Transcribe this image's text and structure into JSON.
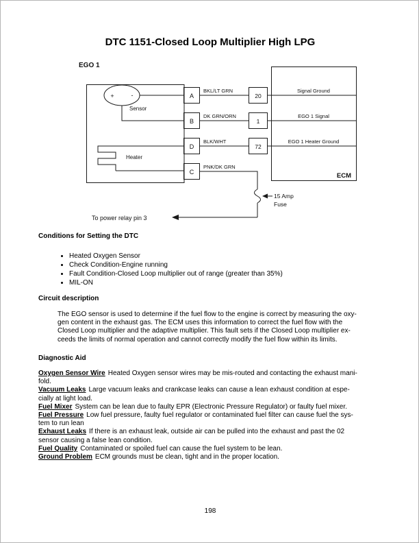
{
  "page": {
    "title": "DTC 1151-Closed Loop Multiplier High LPG",
    "page_number": "198"
  },
  "diagram": {
    "sensor_unit_label": "EGO 1",
    "sensor_label": "Sensor",
    "sensor_plus": "+",
    "sensor_minus": "-",
    "heater_label": "Heater",
    "connector_pins": [
      "A",
      "B",
      "D",
      "C"
    ],
    "wire_labels": [
      "BKL/LT GRN",
      "DK GRN/ORN",
      "BLK/WHT",
      "PNK/DK GRN"
    ],
    "ecm_pins": [
      "20",
      "1",
      "72"
    ],
    "ecm_signals": [
      "Signal Ground",
      "EGO 1 Signal",
      "EGO 1 Heater Ground"
    ],
    "ecm_label": "ECM",
    "fuse_label_line1": "15 Amp",
    "fuse_label_line2": "Fuse",
    "power_relay_label": "To power relay pin 3"
  },
  "conditions": {
    "heading": "Conditions for Setting the DTC",
    "items": [
      "Heated Oxygen Sensor",
      "Check Condition-Engine running",
      "Fault Condition-Closed Loop multiplier out of range (greater than 35%)",
      "MIL-ON"
    ]
  },
  "circuit_description": {
    "heading": "Circuit description",
    "body": "The EGO sensor is used to determine if the fuel flow to the engine is correct by measuring the oxy-\ngen content in the exhaust gas. The ECM uses this information to correct the fuel flow with the\nClosed Loop multiplier and the adaptive multiplier. This fault sets if the Closed Loop multiplier ex-\nceeds the limits of normal operation and cannot correctly modify the fuel flow within its limits."
  },
  "diagnostic_aid": {
    "heading": "Diagnostic Aid",
    "items": [
      {
        "term": "Oxygen Sensor Wire",
        "text": "Heated Oxygen sensor wires may be mis-routed and contacting the exhaust mani-\nfold."
      },
      {
        "term": "Vacuum Leaks",
        "text": "Large vacuum leaks and crankcase leaks can cause a lean exhaust condition at espe-\ncially at light load."
      },
      {
        "term": "Fuel Mixer",
        "text": "System can be lean due to faulty EPR (Electronic Pressure Regulator) or faulty fuel mixer."
      },
      {
        "term": "Fuel Pressure",
        "text": "Low fuel pressure, faulty fuel regulator or contaminated fuel filter can cause fuel the sys-\ntem to run lean"
      },
      {
        "term": "Exhaust Leaks",
        "text": "If there is an exhaust leak, outside air can be pulled into the exhaust and past the 02\nsensor causing a false lean condition."
      },
      {
        "term": "Fuel Quality",
        "text": "Contaminated or spoiled fuel can cause the fuel system to be lean."
      },
      {
        "term": "Ground Problem",
        "text": "ECM grounds must be clean, tight and in the proper location."
      }
    ]
  }
}
